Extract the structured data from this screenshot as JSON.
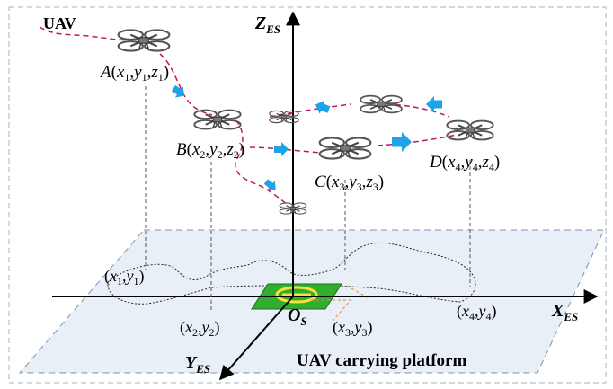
{
  "diagram": {
    "uav_label": "UAV",
    "platform_label": "UAV carrying platform",
    "axes": {
      "z": {
        "base": "Z",
        "sub": "ES"
      },
      "x": {
        "base": "X",
        "sub": "ES"
      },
      "y": {
        "base": "Y",
        "sub": "ES"
      },
      "origin": {
        "base": "O",
        "sub": "S"
      }
    },
    "points": {
      "A": {
        "name": "A",
        "sub": "1"
      },
      "B": {
        "name": "B",
        "sub": "2"
      },
      "C": {
        "name": "C",
        "sub": "3"
      },
      "D": {
        "name": "D",
        "sub": "4"
      }
    },
    "ground_points": {
      "p1": {
        "sub": "1"
      },
      "p2": {
        "sub": "2"
      },
      "p3": {
        "sub": "3"
      },
      "p4": {
        "sub": "4"
      }
    },
    "colors": {
      "trajectory": "#c2185b",
      "arrow": "#1fa3e8",
      "plane_fill": "#e9eff6",
      "plane_edge": "#7a94b3",
      "helipad_green": "#2fae2f",
      "helipad_yellow": "#f4e23a",
      "frame_border": "#9fb4c9"
    }
  }
}
